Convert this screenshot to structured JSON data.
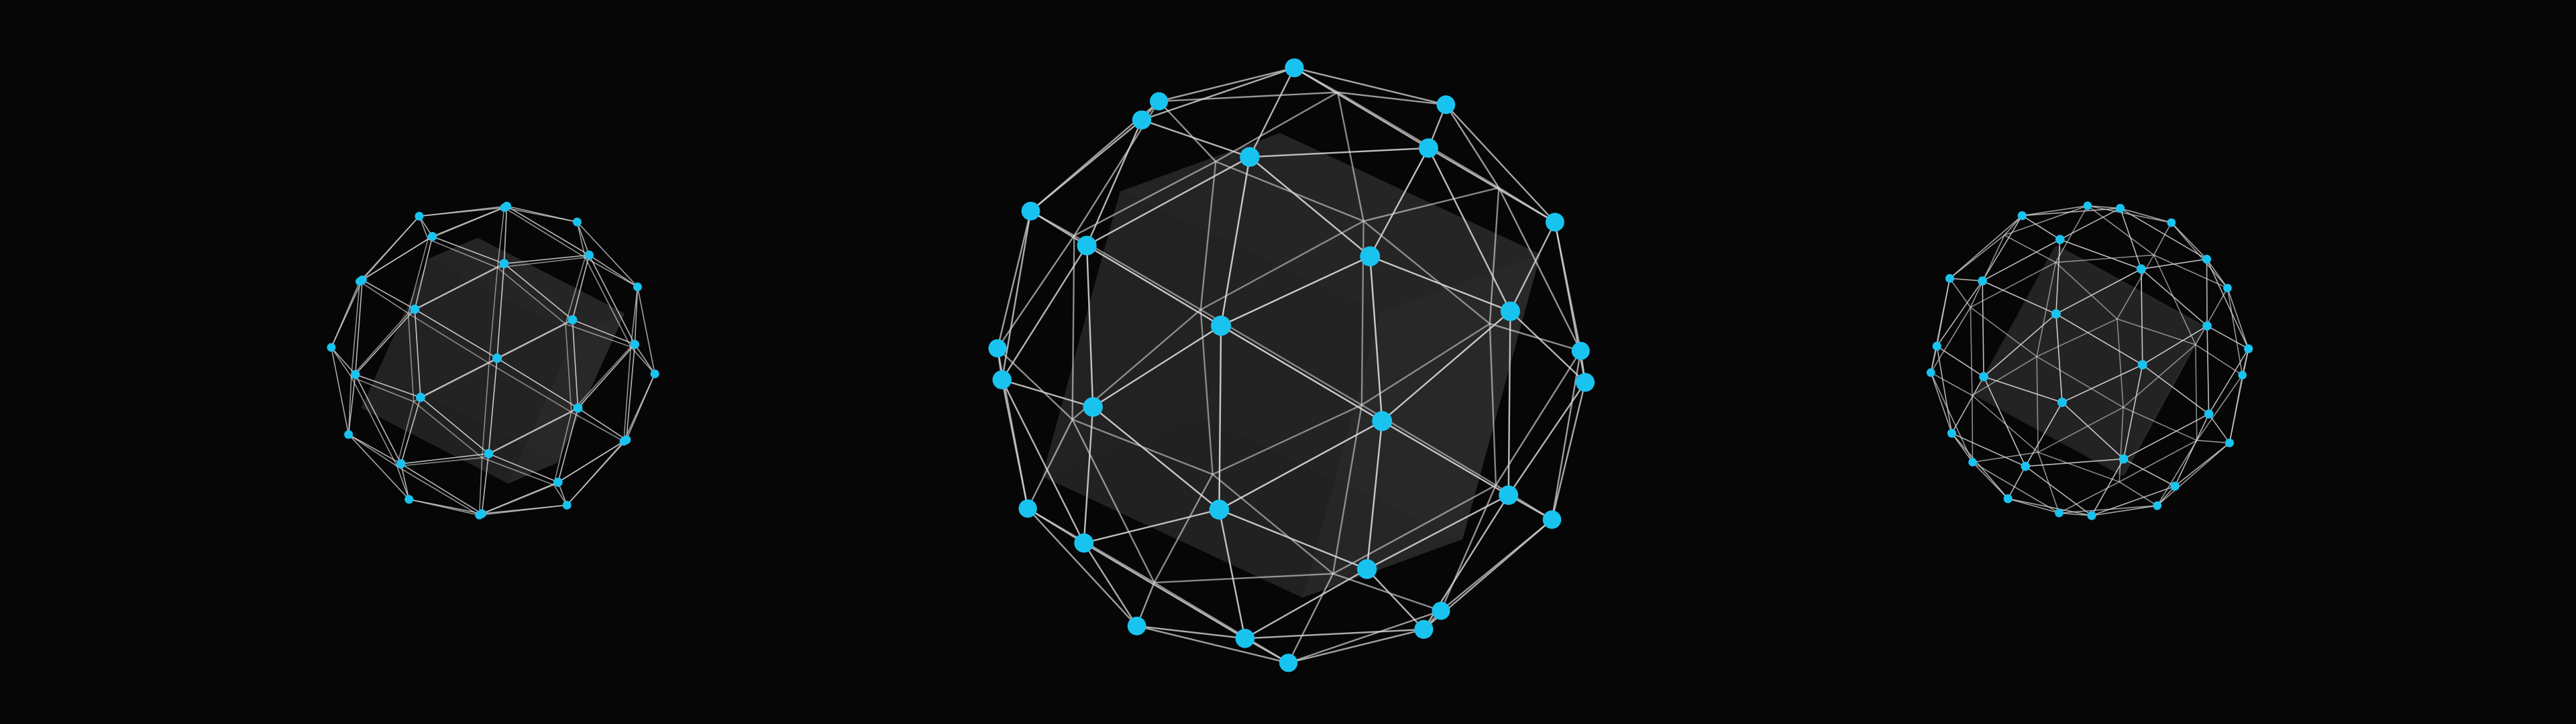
{
  "scene": {
    "background": "#060607",
    "node_color": "#19c3f0",
    "edge_color": "#d7d7d7",
    "solid_color": "#2a2a2a",
    "spheres": [
      {
        "name": "left-geodesic-sphere",
        "shape": "wireframe-geodesic-sphere",
        "inner": "cube"
      },
      {
        "name": "center-geodesic-sphere",
        "shape": "wireframe-geodesic-sphere",
        "inner": "cube"
      },
      {
        "name": "right-geodesic-sphere",
        "shape": "wireframe-geodesic-sphere",
        "inner": "cube"
      }
    ]
  }
}
